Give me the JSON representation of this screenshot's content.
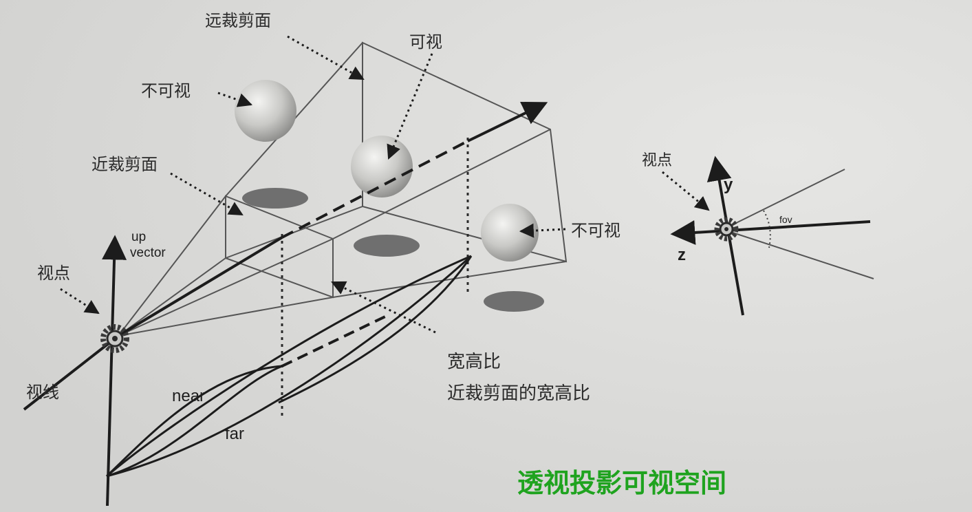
{
  "labels": {
    "far_plane": "远裁剪面",
    "visible": "可视",
    "invisible_top": "不可视",
    "near_plane": "近裁剪面",
    "invisible_right": "不可视",
    "viewpoint_left": "视点",
    "up": "up",
    "vector": "vector",
    "line_of_sight": "视线",
    "near": "near",
    "far": "far",
    "aspect": "宽高比",
    "near_aspect": "近裁剪面的宽高比",
    "viewpoint_right": "视点",
    "y": "y",
    "z": "z",
    "fov": "fov"
  },
  "caption": "透视投影可视空间",
  "colors": {
    "background": "#dcdcda",
    "lines": "#1c1c1c",
    "frustum": "#555555",
    "caption": "#1fa31f",
    "shadow": "#6f6f6f"
  },
  "icons": [
    "gear-icon",
    "arrow-icon",
    "sphere-icon"
  ]
}
